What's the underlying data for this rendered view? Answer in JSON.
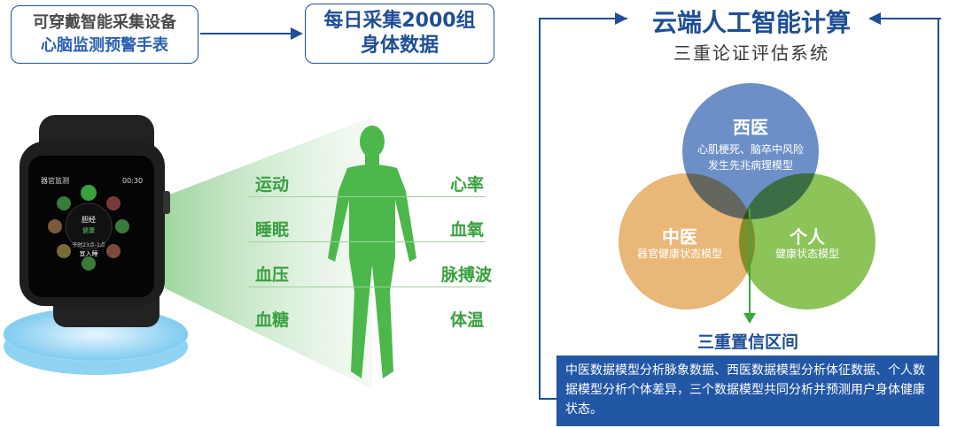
{
  "wearable_box": {
    "line1": "可穿戴智能采集设备",
    "line2": "心脑监测预警手表"
  },
  "daily_box": {
    "line1": "每日采集2000组",
    "line2": "身体数据"
  },
  "cloud": {
    "title": "云端人工智能计算",
    "subtitle": "三重论证评估系统"
  },
  "venn": {
    "western": {
      "title": "西医",
      "desc_line1": "心肌梗死、脑卒中风险",
      "desc_line2": "发生先兆病理模型"
    },
    "tcm": {
      "title": "中医",
      "desc": "器官健康状态模型"
    },
    "personal": {
      "title": "个人",
      "desc": "健康状态模型"
    }
  },
  "interval_label": "三重置信区间",
  "summary": "中医数据模型分析脉象数据、西医数据模型分析体征数据、个人数据模型分析个体差异，三个数据模型共同分析并预测用户身体健康状态。",
  "metrics_left": [
    "运动",
    "睡眠",
    "血压",
    "血糖"
  ],
  "metrics_right": [
    "心率",
    "血氧",
    "脉搏波",
    "体温"
  ],
  "watch": {
    "top_left": "器官监测",
    "time": "00:30",
    "organ": "胆经",
    "status": "健康",
    "period": "子时23点-1点",
    "advice": "宜入睡"
  },
  "colors": {
    "navy": "#1f4e96",
    "green": "#3aa040",
    "western": "#6d8fc7",
    "tcm": "#e9b777",
    "personal": "#8cc45a",
    "desc_bg": "#2257a6"
  },
  "icons": [
    "arrow-right-icon",
    "arrow-left-icon",
    "arrow-down-icon",
    "human-silhouette-icon",
    "smartwatch-icon"
  ]
}
